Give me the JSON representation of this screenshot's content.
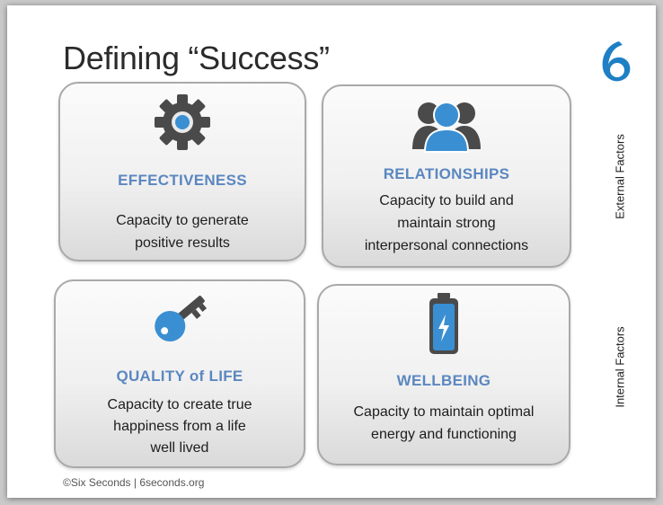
{
  "slide": {
    "title": "Defining “Success”",
    "side_labels": {
      "external": "External Factors",
      "internal": "Internal Factors"
    },
    "footer": "©Six Seconds | 6seconds.org"
  },
  "cards": [
    {
      "heading": "EFFECTIVENESS",
      "icon": "gear-icon",
      "lines": [
        "Capacity to generate",
        "positive results"
      ]
    },
    {
      "heading": "RELATIONSHIPS",
      "icon": "people-icon",
      "lines": [
        "Capacity to build and",
        "maintain strong",
        "interpersonal connections"
      ]
    },
    {
      "heading": "QUALITY of LIFE",
      "icon": "key-icon",
      "lines": [
        "Capacity to create true",
        "happiness from a life",
        "well lived"
      ]
    },
    {
      "heading": "WELLBEING",
      "icon": "battery-icon",
      "lines": [
        "Capacity to maintain optimal",
        "energy and functioning"
      ]
    }
  ],
  "colors": {
    "accent_blue": "#5b87c0",
    "icon_gray": "#4a4a4a",
    "icon_blue": "#3a8fd2"
  }
}
